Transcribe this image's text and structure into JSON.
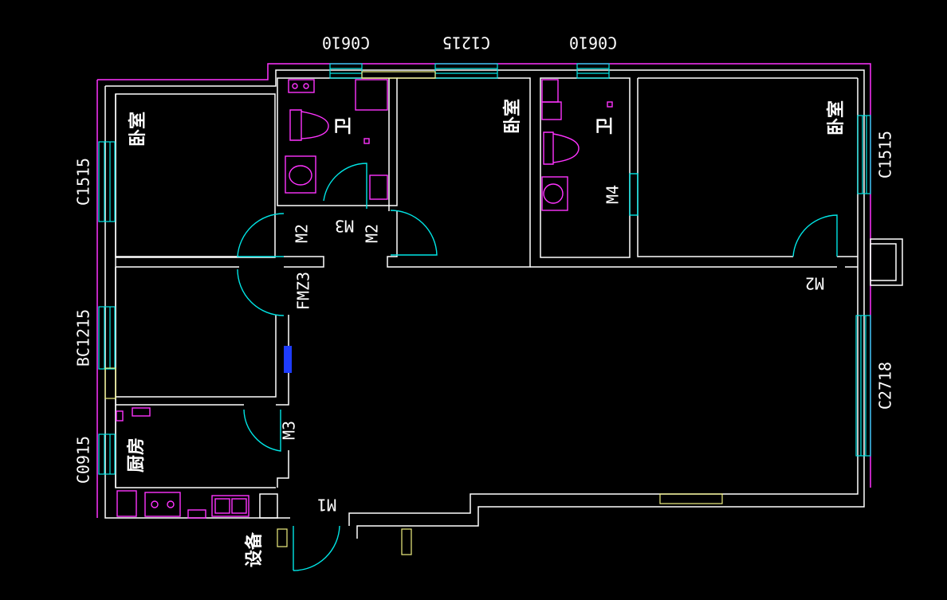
{
  "colors": {
    "background": "#000000",
    "wall": "#ffffff",
    "outer_line": "#ff33ff",
    "window": "#00e5e5",
    "door": "#00e5e5",
    "fixture": "#ff33ff",
    "red_label": "#e02020",
    "blue_marker": "#1e3cff",
    "yellow": "#f0f080"
  },
  "window_labels": {
    "top_left": "C0610",
    "top_middle": "C1215",
    "top_right": "C0610",
    "left_top": "C1515",
    "left_middle": "BC1215",
    "left_bottom": "C0915",
    "right_top": "C1515",
    "right_bottom": "C2718"
  },
  "room_labels": {
    "bedroom_left": "卧室",
    "bedroom_middle": "卧室",
    "bedroom_right": "卧室",
    "bath_left": "卫",
    "bath_right": "卫",
    "kitchen": "厨房",
    "equipment": "设备"
  },
  "door_labels": {
    "m2_left": "M2",
    "m3_bath": "M3",
    "m2_middle": "M2",
    "m4": "M4",
    "m2_right": "M2",
    "fmz3": "FMZ3",
    "m3_kitchen": "M3",
    "m1": "M1"
  }
}
